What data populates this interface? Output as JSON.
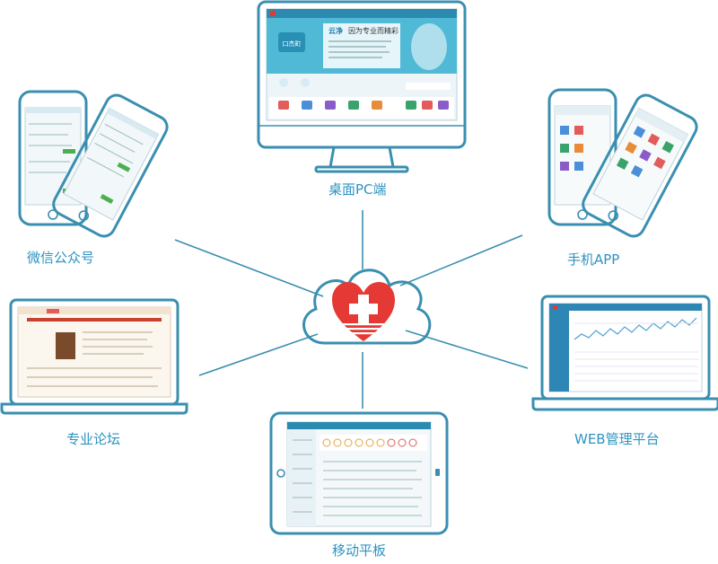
{
  "labels": {
    "desktop": "桌面PC端",
    "wechat": "微信公众号",
    "app": "手机APP",
    "forum": "专业论坛",
    "web": "WEB管理平台",
    "tablet": "移动平板"
  },
  "desktop_screen": {
    "brand": "云净",
    "slogan": "因为专业而精彩",
    "badge": "口杰町"
  },
  "colors": {
    "outline": "#3a8fb0",
    "label": "#2e93c0",
    "heart": "#e53935",
    "screen_header": "#2aa5c8",
    "web_sidebar": "#2e86b4"
  },
  "icons": {
    "hub": "heart-cross-cloud-icon",
    "desktop": "desktop-monitor-icon",
    "wechat": "smartphone-pair-icon",
    "app": "smartphone-pair-icon",
    "forum": "laptop-icon",
    "web": "laptop-icon",
    "tablet": "tablet-icon"
  }
}
